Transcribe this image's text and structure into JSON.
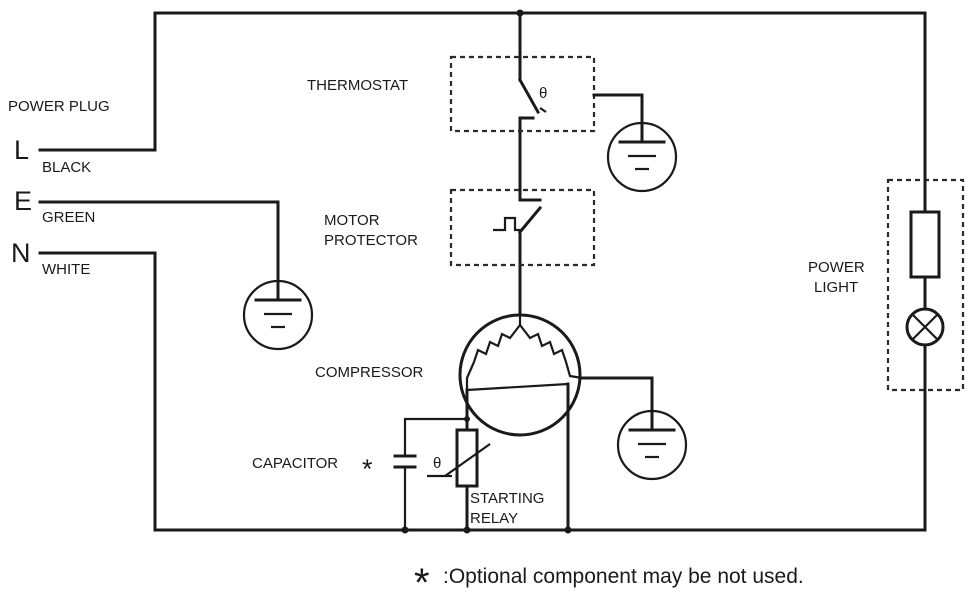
{
  "labels": {
    "power_plug": "POWER PLUG",
    "line_letter": "L",
    "earth_letter": "E",
    "neutral_letter": "N",
    "black": "BLACK",
    "green": "GREEN",
    "white": "WHITE",
    "thermostat": "THERMOSTAT",
    "motor_line1": "MOTOR",
    "motor_line2": "PROTECTOR",
    "compressor": "COMPRESSOR",
    "capacitor": "CAPACITOR",
    "starting_line1": "STARTING",
    "starting_line2": "RELAY",
    "power_line1": "POWER",
    "power_line2": "LIGHT",
    "theta": "θ",
    "theta_relay": "θ"
  },
  "footnote": {
    "mark": "*",
    "text": ":Optional component may be not used."
  }
}
